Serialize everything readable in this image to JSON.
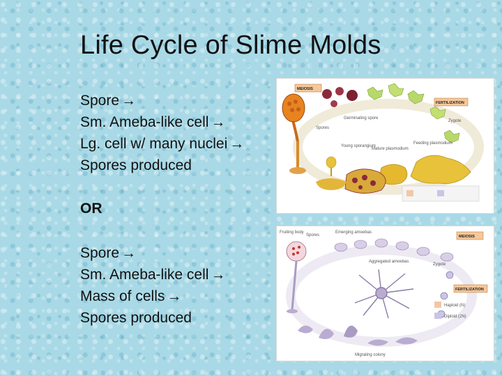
{
  "slide": {
    "title": "Life Cycle of Slime Molds",
    "list1": [
      "Spore",
      "Sm. Ameba-like cell",
      "Lg. cell w/ many nuclei",
      "Spores produced"
    ],
    "or_label": "OR",
    "list2": [
      "Spore",
      "Sm. Ameba-like cell",
      "Mass of cells",
      "Spores produced"
    ],
    "arrow_glyph": "→"
  },
  "diagram1": {
    "labels": {
      "meiosis": "MEIOSIS",
      "fertilization": "FERTILIZATION",
      "germinating_spore": "Germinating spore",
      "spores": "Spores",
      "zygote": "Zygote",
      "young_sporangium": "Young sporangium",
      "feeding_plasmodium": "Feeding plasmodium",
      "mature_plasmodium": "Mature plasmodium"
    }
  },
  "diagram2": {
    "labels": {
      "meiosis": "MEIOSIS",
      "fertilization": "FERTILIZATION",
      "fruiting_body": "Fruiting body",
      "spores": "Spores",
      "emerging_amoebas": "Emerging amoebas",
      "aggregated_amoebas": "Aggregated amoebas",
      "zygote": "Zygote",
      "migrating_colony": "Migrating colony",
      "haploid": "Haploid (N)",
      "diploid": "Diploid (2N)"
    }
  },
  "colors": {
    "background": "#a9d9e6",
    "orange": "#e8831f",
    "yellow": "#e8c23a",
    "green": "#b8d86a",
    "maroon": "#8a2a3a",
    "lavender": "#b9acd0"
  }
}
